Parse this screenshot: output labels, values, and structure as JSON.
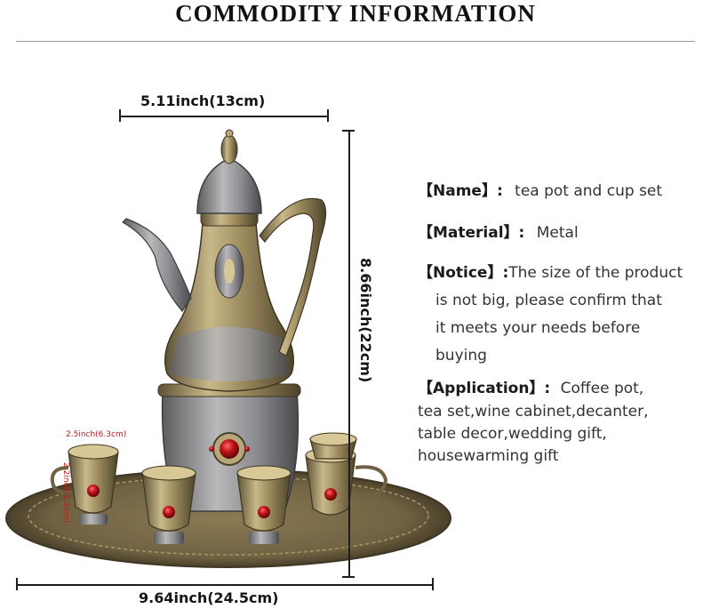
{
  "header": {
    "title": "COMMODITY INFORMATION"
  },
  "dimensions": {
    "width_label": "5.11inch(13cm)",
    "height_label": "8.66inch(22cm)",
    "tray_label": "9.64inch(24.5cm)",
    "cup_width_label": "2.5inch(6.3cm)",
    "cup_height_label": "2.2inch(5.5cm)"
  },
  "info": {
    "name_key": "【Name】:",
    "name_value": "tea pot and cup set",
    "material_key": "【Material】:",
    "material_value": "Metal",
    "notice_key": "【Notice】:",
    "notice_line1": "The size of the product",
    "notice_line2": "is not big, please confirm that",
    "notice_line3": "it meets your needs before",
    "notice_line4": "buying",
    "application_key": "【Application】:",
    "application_line1": "Coffee pot,",
    "application_line2": "tea set,wine cabinet,decanter,",
    "application_line3": "table decor,wedding gift,",
    "application_line4": "housewarming gift"
  },
  "colors": {
    "bronze": "#8a7a52",
    "bronze_light": "#c9b98a",
    "pewter": "#8f8f92",
    "gem_red": "#c0141c"
  }
}
